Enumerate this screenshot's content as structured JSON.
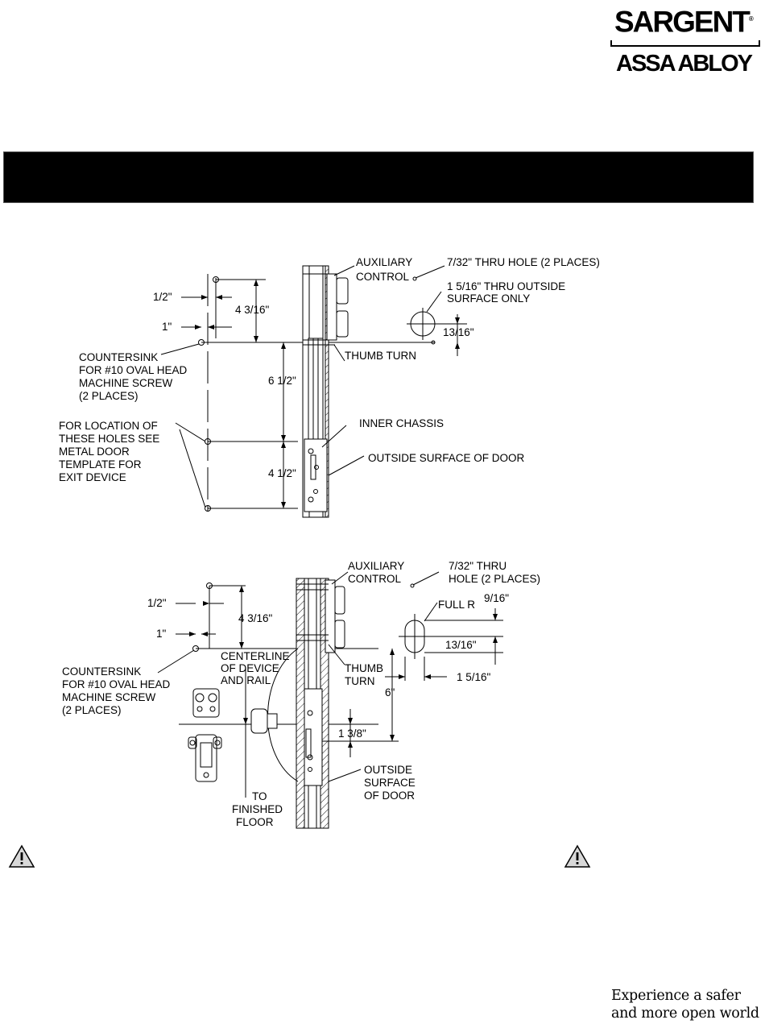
{
  "logo": {
    "brand": "SARGENT",
    "registered_mark": "®",
    "parent": "ASSA ABLOY"
  },
  "banner": {
    "text": ""
  },
  "upper_view": {
    "labels": {
      "auxiliary_control": [
        "AUXILIARY",
        "CONTROL"
      ],
      "thru_hole": "7/32\" THRU HOLE (2 PLACES)",
      "outside_hole": [
        "1 5/16\" THRU OUTSIDE",
        "SURFACE ONLY"
      ],
      "countersink": [
        "COUNTERSINK",
        "FOR #10 OVAL HEAD",
        "MACHINE SCREW",
        "(2 PLACES)"
      ],
      "location_note": [
        "FOR LOCATION OF",
        "THESE HOLES SEE",
        "METAL DOOR",
        "TEMPLATE FOR",
        "EXIT DEVICE"
      ],
      "thumb_turn": "THUMB TURN",
      "inner_chassis": "INNER CHASSIS",
      "outside_surface": "OUTSIDE SURFACE OF DOOR"
    },
    "dimensions": {
      "half": "1/2\"",
      "one": "1\"",
      "top_offset": "4 3/16\"",
      "spacing_a": "6 1/2\"",
      "spacing_b": "4 1/2\"",
      "hole_offset": "13/16\""
    }
  },
  "lower_view": {
    "labels": {
      "auxiliary_control": [
        "AUXILIARY",
        "CONTROL"
      ],
      "thru_hole": [
        "7/32\" THRU",
        "HOLE (2 PLACES)"
      ],
      "full_r": "FULL R",
      "centerline": [
        "CENTERLINE",
        "OF DEVICE",
        "AND RAIL"
      ],
      "countersink": [
        "COUNTERSINK",
        "FOR #10 OVAL HEAD",
        "MACHINE SCREW",
        "(2 PLACES)"
      ],
      "thumb_turn": [
        "THUMB",
        "TURN"
      ],
      "outside_surface": [
        "OUTSIDE",
        "SURFACE",
        "OF DOOR"
      ],
      "to_floor": [
        "TO",
        "FINISHED",
        "FLOOR"
      ]
    },
    "dimensions": {
      "half": "1/2\"",
      "one": "1\"",
      "top_offset": "4 3/16\"",
      "slot_width": "9/16\"",
      "hole_offset": "13/16\"",
      "slot_length": "1 5/16\"",
      "six": "6\"",
      "one_three_eighths": "1 3/8\""
    }
  },
  "warnings": [
    {
      "icon": "warning-triangle-icon",
      "text": ""
    },
    {
      "icon": "warning-triangle-icon",
      "text": ""
    }
  ],
  "tagline": [
    "Experience a safer",
    "and more open world"
  ]
}
